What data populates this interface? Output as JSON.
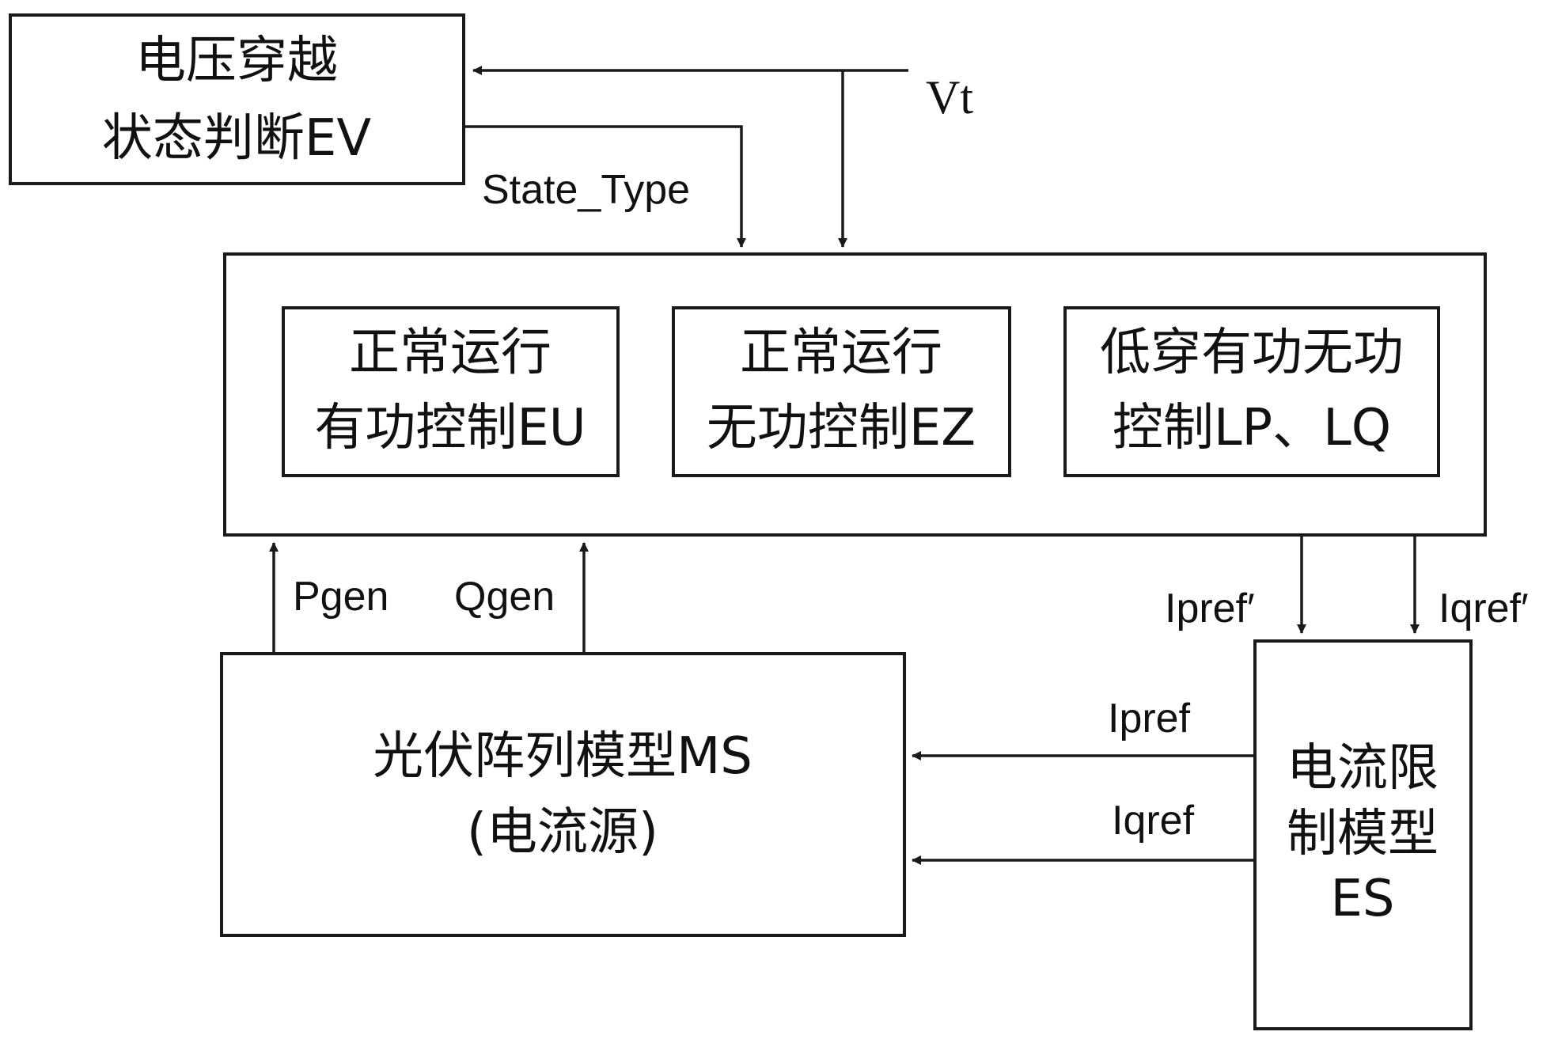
{
  "diagram": {
    "ev_box": {
      "line1": "电压穿越",
      "line2": "状态判断EV"
    },
    "eu_box": {
      "line1": "正常运行",
      "line2": "有功控制EU"
    },
    "ez_box": {
      "line1": "正常运行",
      "line2": "无功控制EZ"
    },
    "lp_box": {
      "line1": "低穿有功无功",
      "line2": "控制LP、LQ"
    },
    "ms_box": {
      "line1": "光伏阵列模型MS",
      "line2": "(电流源)"
    },
    "es_box": {
      "line1": "电流限",
      "line2": "制模型",
      "line3": "ES"
    },
    "signals": {
      "vt": "Vt",
      "state_type": "State_Type",
      "pgen": "Pgen",
      "qgen": "Qgen",
      "ipref_prime": "Ipref′",
      "iqref_prime": "Iqref′",
      "ipref": "Ipref",
      "iqref": "Iqref"
    }
  }
}
